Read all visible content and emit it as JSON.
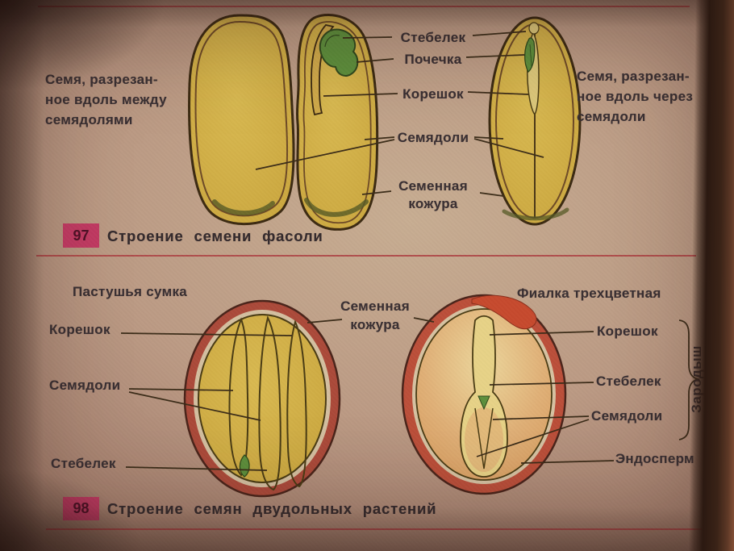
{
  "colors": {
    "paper": "#c2a98c",
    "badge_bg": "#c23b63",
    "badge_text": "#4f1026",
    "rule_red": "#ad3f42",
    "ink": "#3a3033",
    "seed_yellow": "#d2ab45",
    "coat_brown": "#3c2a12",
    "coat_red": "#b4513e",
    "sprout_green": "#5d8f3c",
    "endosperm_orange": "#dcae72"
  },
  "figure97": {
    "number": "97",
    "caption": "Строение семени фасоли",
    "left_note": {
      "line1": "Семя, разрезан-",
      "line2": "ное вдоль между",
      "line3": "семядолями"
    },
    "right_note": {
      "line1": "Семя, разрезан-",
      "line2": "ное вдоль через",
      "line3": "семядоли"
    },
    "labels": {
      "stem": "Стебелек",
      "bud": "Почечка",
      "root": "Корешок",
      "cotyledons": "Семядоли",
      "coat_line1": "Семенная",
      "coat_line2": "кожура"
    }
  },
  "figure98": {
    "number": "98",
    "caption": "Строение семян двудольных растений",
    "left_plant_title": "Пастушья сумка",
    "right_plant_title": "Фиалка трехцветная",
    "left_labels": {
      "root": "Корешок",
      "cotyledons": "Семядоли",
      "stem": "Стебелек"
    },
    "coat_label": {
      "line1": "Семенная",
      "line2": "кожура"
    },
    "right_labels": {
      "root": "Корешок",
      "stem": "Стебелек",
      "cotyledons": "Семядоли",
      "endosperm": "Эндосперм"
    },
    "embryo_group_label": "Зародыш"
  }
}
